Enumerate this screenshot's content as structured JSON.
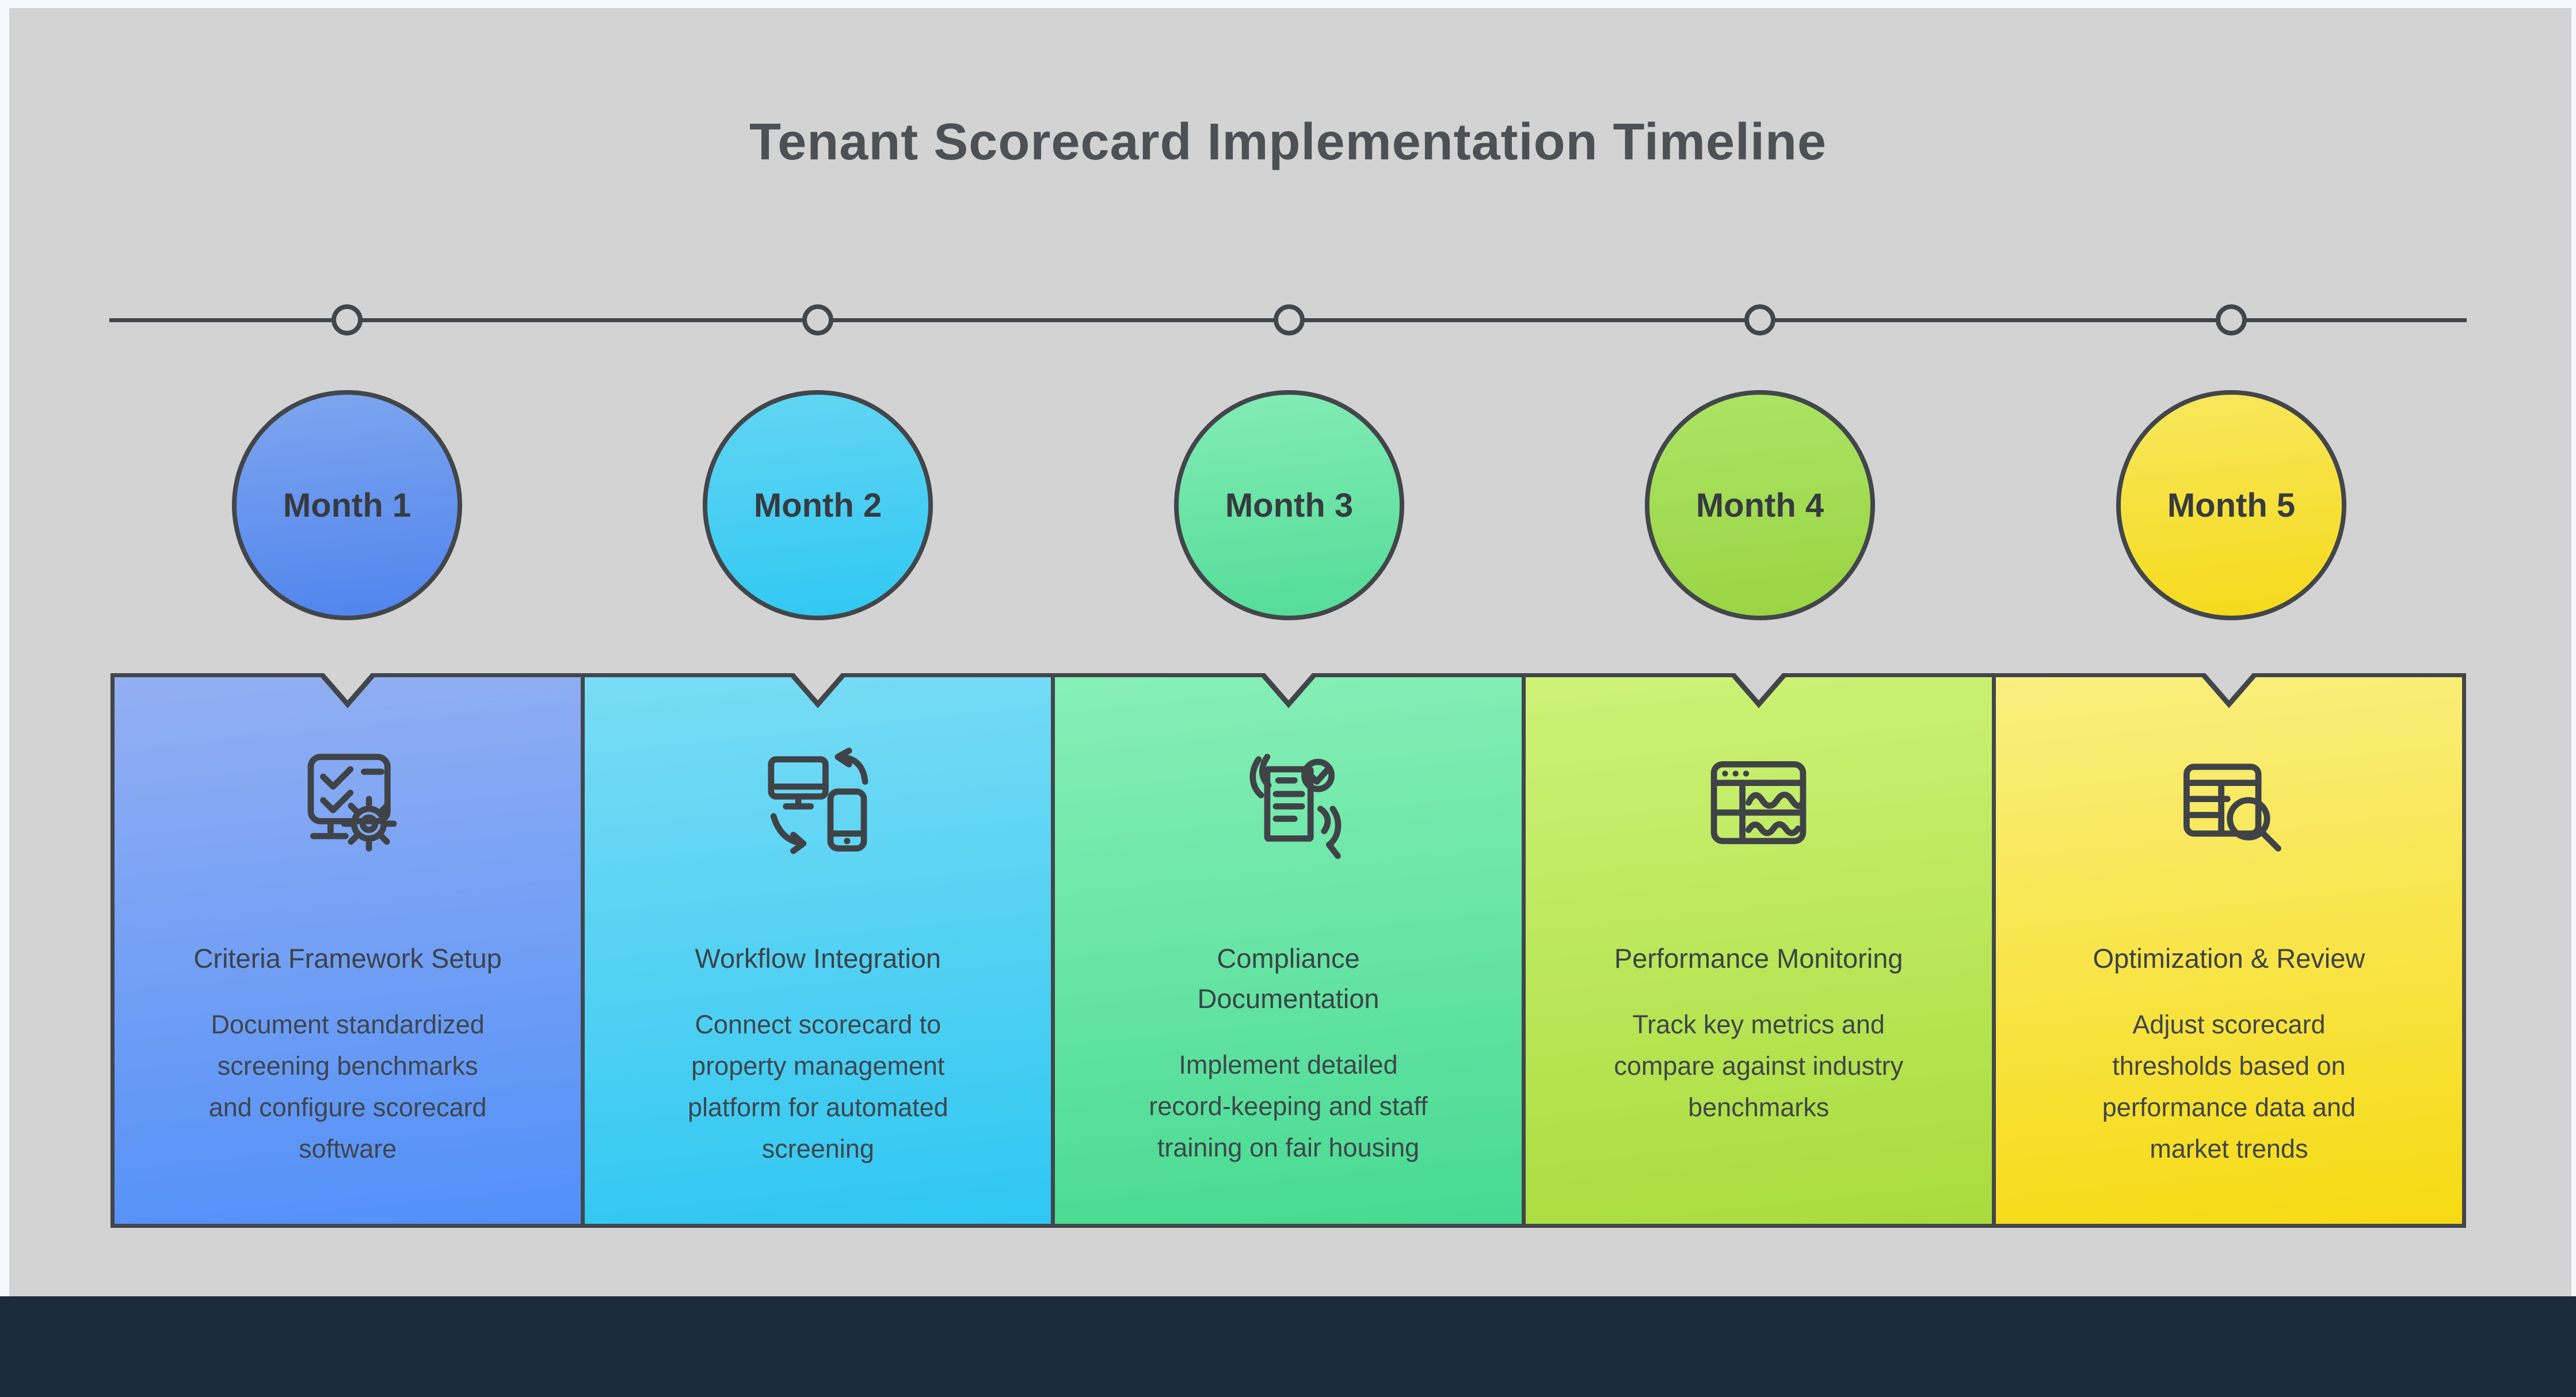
{
  "page": {
    "title": "Tenant Scorecard Implementation Timeline"
  },
  "colors": {
    "canvas_background": "#d2d3d2",
    "frame": "#f7f8fa",
    "footer_bar": "#1b2b3d",
    "outline": "#42464a",
    "text": "#3f454b"
  },
  "months": [
    {
      "label": "Month 1",
      "icon": "checklist-gear-icon",
      "title": "Criteria Framework Setup",
      "description": "Document standardized\nscreening benchmarks\nand configure scorecard\nsoftware",
      "circle_gradient": [
        "#7ea6ee",
        "#4f84ee"
      ],
      "card_gradient": [
        "#93aff2",
        "#5190f8"
      ]
    },
    {
      "label": "Month 2",
      "icon": "device-sync-icon",
      "title": "Workflow Integration",
      "description": "Connect scorecard to\nproperty management\nplatform for automated\nscreening",
      "circle_gradient": [
        "#63d5f3",
        "#2fc8f2"
      ],
      "card_gradient": [
        "#79dcf4",
        "#2ec7f2"
      ]
    },
    {
      "label": "Month 3",
      "icon": "document-approval-icon",
      "title": "Compliance\nDocumentation",
      "description": "Implement detailed\nrecord-keeping and staff\ntraining on fair housing",
      "circle_gradient": [
        "#83ecb4",
        "#53dc98"
      ],
      "card_gradient": [
        "#87efb7",
        "#47da91"
      ]
    },
    {
      "label": "Month 4",
      "icon": "dashboard-waves-icon",
      "title": "Performance Monitoring",
      "description": "Track key metrics and\ncompare against industry\nbenchmarks",
      "circle_gradient": [
        "#abe465",
        "#9ad442"
      ],
      "card_gradient": [
        "#cdf277",
        "#a8dc3c"
      ]
    },
    {
      "label": "Month 5",
      "icon": "table-search-icon",
      "title": "Optimization & Review",
      "description": "Adjust scorecard\nthresholds based on\nperformance data and\nmarket trends",
      "circle_gradient": [
        "#f8e75e",
        "#f5da1a"
      ],
      "card_gradient": [
        "#faef80",
        "#f6da12"
      ]
    }
  ]
}
